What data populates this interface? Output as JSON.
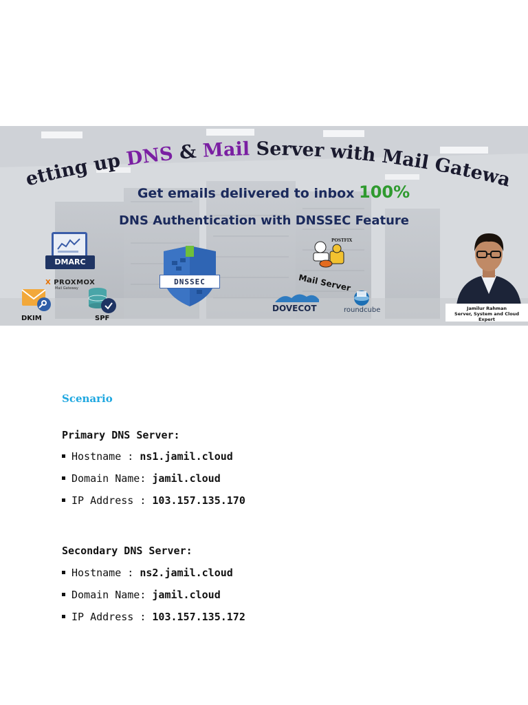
{
  "banner": {
    "title": {
      "part1": "Setting up ",
      "dns": "DNS",
      "amp": " & ",
      "mail": "Mail",
      "part2": " Server with Mail Gateway"
    },
    "subtitle_1": "Get emails delivered to inbox ",
    "subtitle_1_accent": "100%",
    "subtitle_2": "DNS Authentication with DNSSEC Feature",
    "dmarc_label": "DMARC",
    "proxmox_logo_x": "X",
    "proxmox_logo": "PROXMOX",
    "proxmox_sub": "Mail Gateway",
    "dkim_label": "DKIM",
    "spf_label": "SPF",
    "dnssec_label": "DNSSEC",
    "postfix_label": "POSTFIX",
    "mail_server_label": "Mail Server",
    "dovecot_label": "DOVECOT",
    "roundcube_label": "roundcube",
    "author_name": "Jamilur Rahman",
    "author_role": "Server, System and Cloud Expert",
    "colors": {
      "title_dark": "#1a1a2e",
      "title_accent": "#7a1fa2",
      "subtitle": "#1b2a5c",
      "subtitle_accent": "#2f9a2f"
    }
  },
  "document": {
    "scenario_heading": "Scenario",
    "primary": {
      "heading": "Primary DNS Server:",
      "items": [
        {
          "label": "Hostname : ",
          "value": "ns1.jamil.cloud"
        },
        {
          "label": "Domain Name: ",
          "value": "jamil.cloud"
        },
        {
          "label": "IP Address : ",
          "value": "103.157.135.170"
        }
      ]
    },
    "secondary": {
      "heading": "Secondary DNS Server:",
      "items": [
        {
          "label": "Hostname : ",
          "value": "ns2.jamil.cloud"
        },
        {
          "label": "Domain Name: ",
          "value": "jamil.cloud"
        },
        {
          "label": "IP Address : ",
          "value": "103.157.135.172"
        }
      ]
    },
    "colors": {
      "scenario": "#1ea7e0",
      "text": "#111111"
    }
  }
}
